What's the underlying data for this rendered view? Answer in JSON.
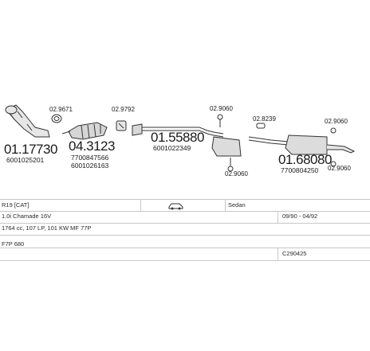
{
  "parts": {
    "p1": {
      "number": "01.17730",
      "ref": "6001025201",
      "acc": "02.9671"
    },
    "p2": {
      "number": "04.3123",
      "ref1": "7700847566",
      "ref2": "6001026163"
    },
    "p3": {
      "acc": "02.9792"
    },
    "p4": {
      "number": "01.55880",
      "ref": "6001022349",
      "acc1": "02.9060",
      "acc2": "02.9060"
    },
    "p5": {
      "number": "01.68080",
      "ref": "7700804250",
      "acc1": "02.8239",
      "acc2": "02.9060",
      "acc3": "02.9060"
    }
  },
  "table": {
    "model": "R19 [CAT]",
    "body": "Sedan",
    "engine": "1.0i Chamade 16V",
    "date": "09/90 - 04/92",
    "spec": "1764 cc, 107 LP, 101 KW MF 77P",
    "code": "F7P 680",
    "catalog": "C290425"
  }
}
